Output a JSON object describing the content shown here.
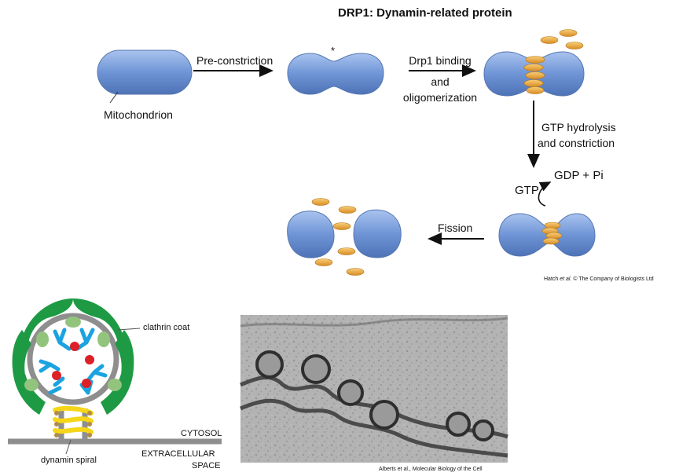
{
  "title": "DRP1: Dynamin-related protein",
  "labels": {
    "mitochondrion": "Mitochondrion",
    "pre_constriction": "Pre-constriction",
    "asterisk": "*",
    "drp1_binding_line1": "Drp1 binding",
    "drp1_binding_line2": "and",
    "drp1_binding_line3": "oligomerization",
    "gtp_hydrolysis_line1": "GTP hydrolysis",
    "gtp_hydrolysis_line2": "and constriction",
    "gdp_pi": "GDP + Pi",
    "gtp": "GTP",
    "fission": "Fission"
  },
  "credit_top": {
    "prefix": "Hatch ",
    "italic": "et al.",
    "suffix": " © The Company of Biologists Ltd"
  },
  "lower_diagram": {
    "clathrin_coat": "clathrin coat",
    "cytosol": "CYTOSOL",
    "dynamin_spiral": "dynamin spiral",
    "extracellular_line1": "EXTRACELLULAR",
    "extracellular_line2": "SPACE"
  },
  "credit_bottom": "Alberts et al., Molecular Biology of the Cell",
  "colors": {
    "mito_blue": "#6f95d6",
    "drp1_orange": "#e8a43a",
    "clathrin_green": "#1e9a44",
    "adaptor_blue": "#1aa3e0",
    "cargo_red": "#dd1f26",
    "dynamin_yellow": "#f5d619",
    "membrane_gray": "#8e8e8e"
  }
}
